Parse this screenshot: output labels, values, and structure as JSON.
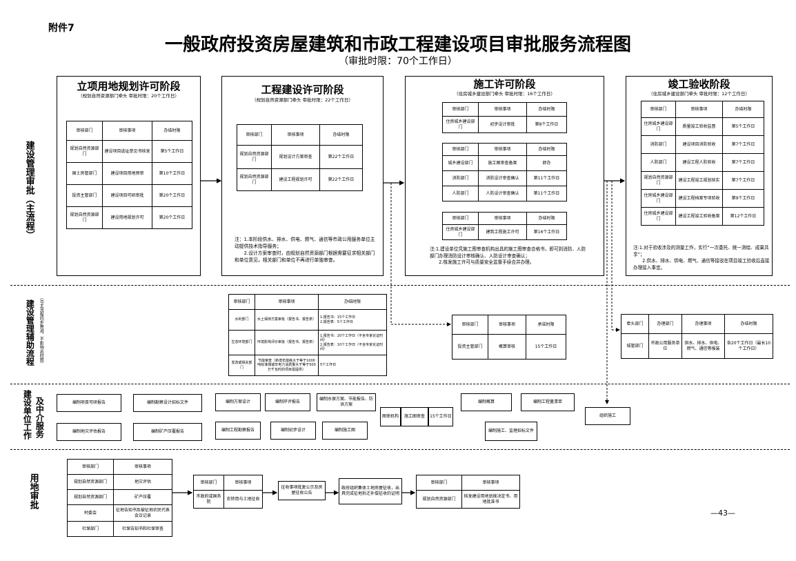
{
  "header": {
    "annex": "附件7",
    "title": "一般政府投资房屋建筑和市政工程建设项目审批服务流程图",
    "subtitle": "（审批时限：70个工作日）"
  },
  "rows": {
    "main": "建设管理审批（主流程）",
    "aux": "建设管理辅助流程",
    "aux_note": "（与主流程同步推进，不影响总时限）",
    "unit_a": "建设单位工作",
    "unit_b": "及中介服务",
    "land": "用地审批"
  },
  "stage1": {
    "title": "立项用地规划许可阶段",
    "sub": "（规划自然资源部门牵头  审批时限：20个工作日）",
    "head": [
      "审核部门",
      "审核事项",
      "办结时限"
    ],
    "rows": [
      [
        "规划自然资源部门",
        "建设项目选址意见书核发",
        "第5个工作日"
      ],
      [
        "国土房管部门",
        "建设项目用地预审",
        "第10个工作日"
      ],
      [
        "投资主管部门",
        "建设项目可研审批",
        "第20个工作日"
      ],
      [
        "规划自然资源部门",
        "建设用地规划许可",
        "第20个工作日"
      ]
    ]
  },
  "stage2": {
    "title": "工程建设许可阶段",
    "sub": "（规划自然资源部门牵头  审批时限：22个工作日）",
    "head": [
      "审核部门",
      "审核事项",
      "办结时限"
    ],
    "rows": [
      [
        "规划自然资源部门",
        "规划设计方案审查",
        "第22个工作日"
      ],
      [
        "规划自然资源部门",
        "建设工程规划许可",
        "第22个工作日"
      ]
    ],
    "note": "注：1.本阶段供水、排水、供电、燃气、通信等市政公用服务单位主动提供技术指导服务；\n　　2.设计方案审查时，由规划自然资源部门根据需要征求相关部门和单位意见，相关部门和单位不再进行单独审查。"
  },
  "stage3": {
    "title": "施工许可阶段",
    "sub": "（住房城乡建设部门牵头  审批时限：16个工作日）",
    "head": [
      "审核部门",
      "审核事项",
      "办结时限"
    ],
    "g1": [
      [
        "住房城乡建设部门",
        "初步设计审批",
        "第8个工作日"
      ]
    ],
    "g2": [
      [
        "城乡建设部门",
        "施工图审查备案",
        "即办"
      ],
      [
        "消防部门",
        "消防设计审查确认",
        "第11个工作日"
      ],
      [
        "人防部门",
        "人防设计审查确认",
        "第11个工作日"
      ]
    ],
    "g3": [
      [
        "住房城乡建设部门",
        "建筑工程施工许可",
        "第16个工作日"
      ]
    ],
    "note": "注:1.建设单位凭施工图审查机构出具的施工图审查合格书，即可到消防、人防部门办理消防设计审核确认、人防设计审查确认；\n　　2.核发施工许可与质量安全监督手续合并办理。"
  },
  "stage4": {
    "title": "竣工验收阶段",
    "sub": "（住房城乡建设部门牵头  审批时限：12个工作日）",
    "head": [
      "审核部门",
      "审核事项",
      "办结时限"
    ],
    "rows": [
      [
        "住房城乡建设部门",
        "质量竣工验收监督",
        "第5个工作日"
      ],
      [
        "消防部门",
        "建设项目消防验收",
        "第7个工作日"
      ],
      [
        "人防部门",
        "建设工程人防验收",
        "第7个工作日"
      ],
      [
        "规划自然资源部门",
        "建设工程竣工规划核实",
        "第7个工作日"
      ],
      [
        "住房城乡建设部门",
        "建设工程档案专项验收",
        "第9个工作日"
      ],
      [
        "住房城乡建设部门",
        "建设工程竣工验收备案",
        "第12个工作日"
      ]
    ],
    "note": "注:1.对于验收涉及的测量工作，实行“一次委托、统一测绘、成果共享”；\n　　2.供水、排水、供电、燃气、通信等接驳在项目竣工验收后直接办理接入事宜。"
  },
  "aux1": {
    "head": [
      "审核部门",
      "审核事项",
      "办结时限"
    ],
    "rows": [
      [
        "水利部门",
        "水土保持方案审批（报告书、报告表）",
        "1.报告书：15个工作日\n2.报告表：5个工作日"
      ],
      [
        "生态环境部门",
        "环境影响评价审批（报告书、报告表）",
        "1.报告书：20个工作日（不含专家论证时间）\n2.报告表：10个工作日（不含专家论证时间）"
      ],
      [
        "发改或相关部门",
        "节能审查（新增年能耗大于等于1000吨标准煤或年电力消费量大于等于500万千瓦时的项目需提供）",
        "5个工作日"
      ]
    ]
  },
  "aux2": {
    "head": [
      "审核部门",
      "审核事项",
      "承诺时限"
    ],
    "rows": [
      [
        "投资主管部门",
        "概算审核",
        "15个工作日"
      ]
    ]
  },
  "aux3": {
    "head": [
      "牵头部门",
      "办理部门",
      "办理事项",
      "办结时限"
    ],
    "rows": [
      [
        "城管部门",
        "市政公用服务单位",
        "供水、排水、供电、燃气、通信等报装",
        "各20个工作日（最长10个工作日）"
      ]
    ]
  },
  "unit": {
    "b1": "编制项目可研报告",
    "b2": "编制勘察设计招标文件",
    "b3": "编制地灾评估报告",
    "b4": "编制矿产压覆报告",
    "b5": "编制方案设计",
    "b6": "编制环评报告",
    "b7": "编制水保方案、节能报告、防洪方案",
    "b8": "编制工程勘察报告",
    "b9": "编制初步设计",
    "b10": "编制施工图",
    "c1": "图审机构",
    "c2": "施工图审查",
    "c3": "15个工作日",
    "b11": "编制概算",
    "b12": "编制工程量清单",
    "b13": "编制施工、监理招标文件",
    "b14": "组织施工"
  },
  "land": {
    "t1_head": [
      "审核部门",
      "审核事项"
    ],
    "t1_rows": [
      [
        "规划自然资源部门",
        "地灾评估"
      ],
      [
        "规划自然资源部门",
        "矿产压覆"
      ],
      [
        "村委会",
        "征地告知书及被征地农民代表会议记录"
      ],
      [
        "社保部门",
        "社保告知书和社保审查"
      ]
    ],
    "t2_head": [
      "审核部门",
      "审核事项"
    ],
    "t2_rows": [
      [
        "市政府或国务院",
        "农转用与土地征收"
      ]
    ],
    "b1": "征收事项批复公示及房屋征收公告",
    "b2": "政府组织集体土地房屋征收，出具完成征地拆迁补偿征收的证明",
    "t3_head": [
      "审核部门",
      "审核事项"
    ],
    "t3_rows": [
      [
        "规划自然资源部门",
        "核发建设用地划拨决定书、用地批准书"
      ]
    ]
  },
  "page_number": "—43—"
}
